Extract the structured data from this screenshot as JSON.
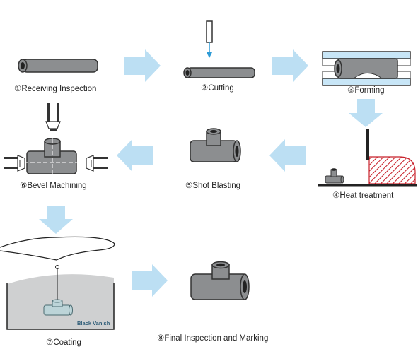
{
  "steps": [
    {
      "number": "①",
      "label": "Receiving Inspection"
    },
    {
      "number": "②",
      "label": "Cutting"
    },
    {
      "number": "③",
      "label": "Forming"
    },
    {
      "number": "④",
      "label": "Heat treatment"
    },
    {
      "number": "⑤",
      "label": "Shot Blasting"
    },
    {
      "number": "⑥",
      "label": "Bevel Machining"
    },
    {
      "number": "⑦",
      "label": "Coating"
    },
    {
      "number": "⑧",
      "label": "Final Inspection and Marking"
    }
  ],
  "tank_text": "Black Vanish",
  "colors": {
    "arrow": "#bcdff3",
    "pipe": "#8c8e90",
    "pipe_dark": "#333333",
    "heat_hatch": "#c8202a",
    "die_blue": "#c8e6f7",
    "water": "#cfd0d1"
  }
}
